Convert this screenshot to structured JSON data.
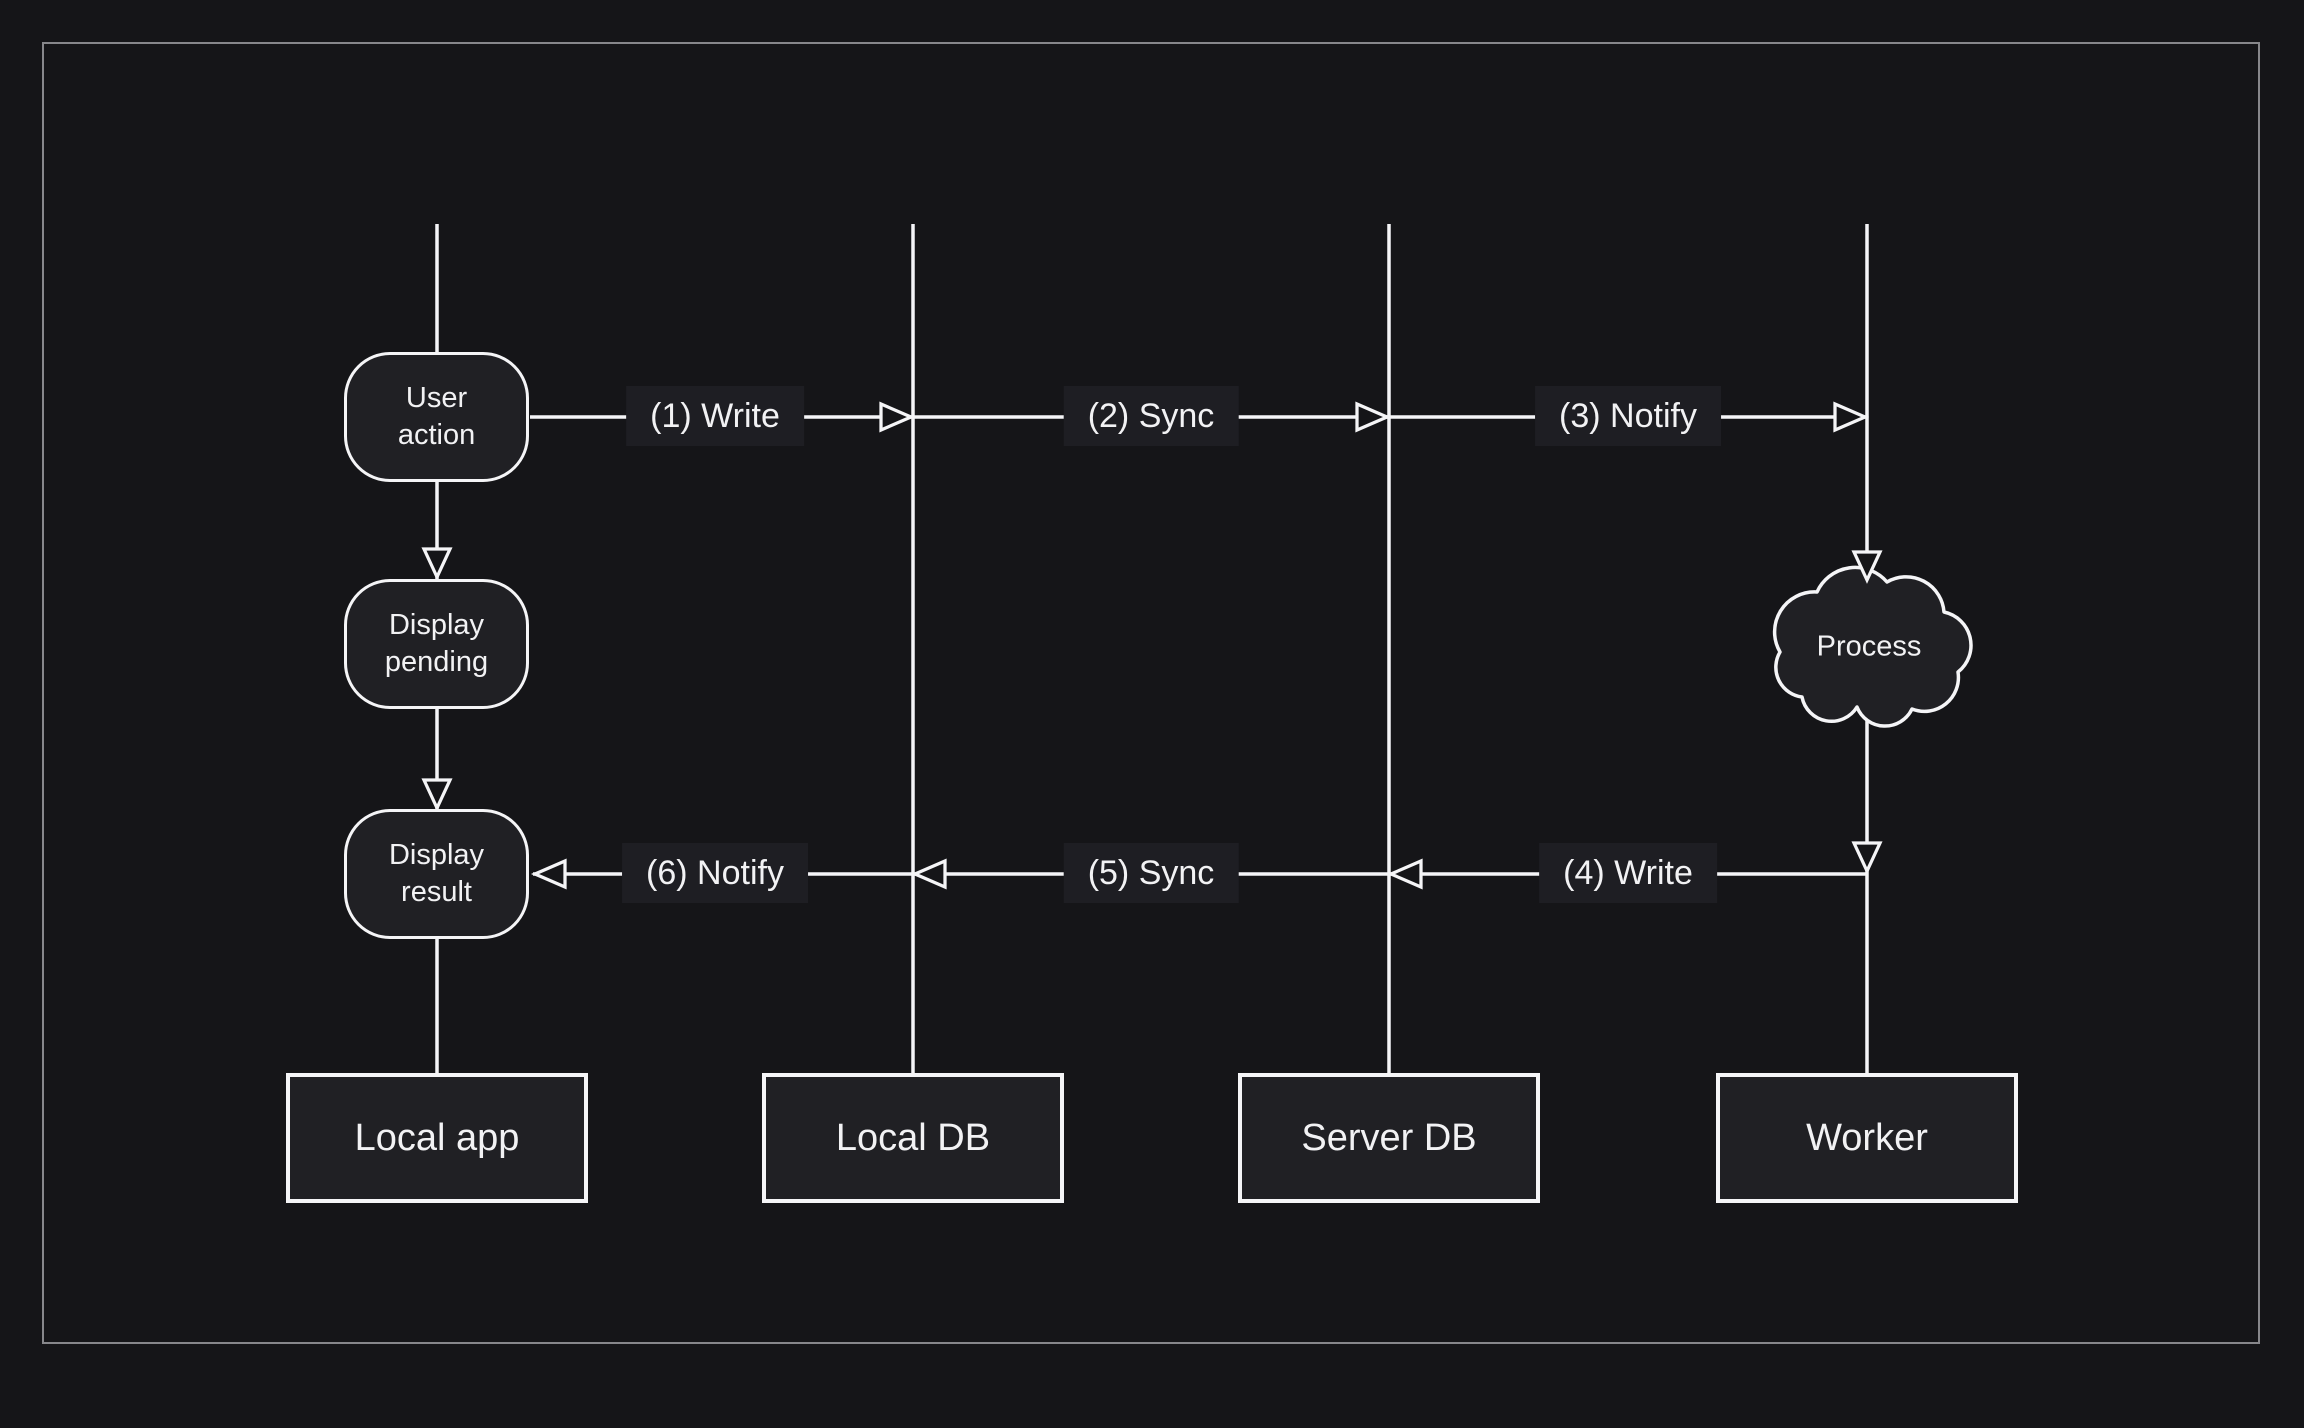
{
  "diagram": {
    "kind": "sequence-flow-diagram",
    "colors": {
      "background": "#151518",
      "frame_border": "#87878b",
      "node_fill": "#202024",
      "label_background": "#1e1e23",
      "line": "#f5f5f7",
      "text": "#f2f2f4"
    },
    "actors": [
      {
        "id": "local-app",
        "label": "Local app"
      },
      {
        "id": "local-db",
        "label": "Local DB"
      },
      {
        "id": "server-db",
        "label": "Server DB"
      },
      {
        "id": "worker",
        "label": "Worker"
      }
    ],
    "steps": [
      {
        "id": "user-action",
        "label": "User action",
        "shape": "rounded",
        "lane": "Local app"
      },
      {
        "id": "display-pending",
        "label": "Display pending",
        "shape": "rounded",
        "lane": "Local app"
      },
      {
        "id": "display-result",
        "label": "Display result",
        "shape": "rounded",
        "lane": "Local app"
      },
      {
        "id": "process",
        "label": "Process",
        "shape": "cloud",
        "lane": "Worker"
      }
    ],
    "messages": [
      {
        "seq": "1",
        "label": "(1) Write",
        "from": "Local app",
        "to": "Local DB",
        "direction": "right"
      },
      {
        "seq": "2",
        "label": "(2) Sync",
        "from": "Local DB",
        "to": "Server DB",
        "direction": "right"
      },
      {
        "seq": "3",
        "label": "(3) Notify",
        "from": "Server DB",
        "to": "Worker",
        "direction": "right"
      },
      {
        "seq": "4",
        "label": "(4) Write",
        "from": "Worker",
        "to": "Server DB",
        "direction": "left"
      },
      {
        "seq": "5",
        "label": "(5) Sync",
        "from": "Server DB",
        "to": "Local DB",
        "direction": "left"
      },
      {
        "seq": "6",
        "label": "(6) Notify",
        "from": "Local DB",
        "to": "Local app",
        "direction": "left"
      }
    ]
  }
}
